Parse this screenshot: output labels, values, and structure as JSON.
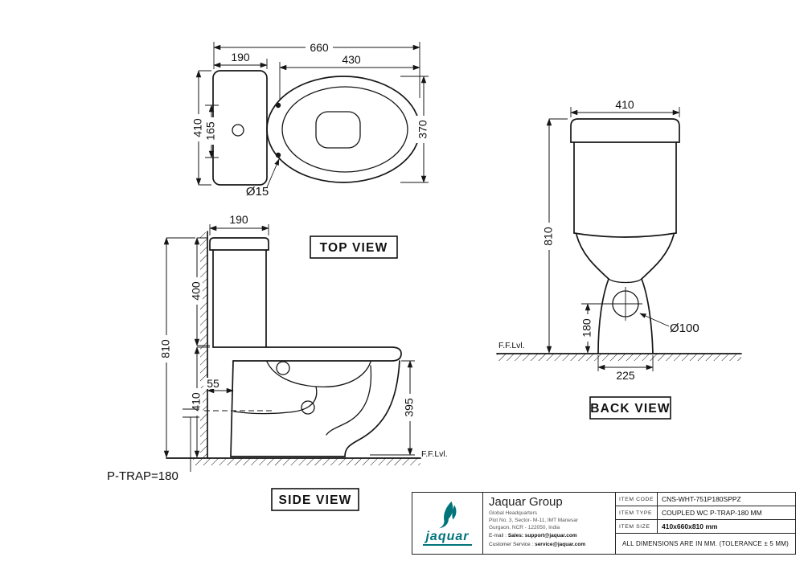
{
  "drawing": {
    "top_view": {
      "label": "TOP VIEW",
      "dim_overall_width": "660",
      "dim_cistern_width": "190",
      "dim_seat_length": "430",
      "dim_cistern_depth": "410",
      "dim_inner_depth": "165",
      "dim_bowl_width": "370",
      "dim_hinge_hole": "Ø15"
    },
    "side_view": {
      "label": "SIDE VIEW",
      "dim_cistern_top": "190",
      "dim_cistern_height": "400",
      "dim_total_height": "810",
      "dim_seat_height": "410",
      "dim_wall_gap": "55",
      "dim_bowl_height": "395",
      "dim_ptrap": "P-TRAP=180",
      "floor_label": "F.F.Lvl."
    },
    "back_view": {
      "label": "BACK VIEW",
      "dim_cistern_width": "410",
      "dim_total_height": "810",
      "dim_outlet_height": "180",
      "dim_outlet_dia": "Ø100",
      "dim_base_width": "225",
      "floor_label": "F.F.Lvl."
    }
  },
  "title_block": {
    "logo_text": "jaquar",
    "company_name": "Jaquar Group",
    "address_line1": "Global Headquarters",
    "address_line2": "Plot No. 3, Sector- M-11, IMT Manesar",
    "address_line3": "Gurgaon, NCR - 122050, India",
    "email_label": "E-mail : ",
    "email_value": "Sales: support@jaquar.com",
    "service_label": "Customer Service : ",
    "service_value": "service@jaquar.com",
    "items": [
      {
        "label": "ITEM  CODE",
        "value": "CNS-WHT-751P180SPPZ"
      },
      {
        "label": "ITEM  TYPE",
        "value": "COUPLED WC P-TRAP-180 MM"
      },
      {
        "label": "ITEM  SIZE",
        "value": "410x660x810 mm"
      }
    ],
    "note": "ALL DIMENSIONS ARE IN MM. (TOLERANCE ± 5 MM)"
  },
  "colors": {
    "brand_teal": "#00747b",
    "line": "#161616"
  }
}
